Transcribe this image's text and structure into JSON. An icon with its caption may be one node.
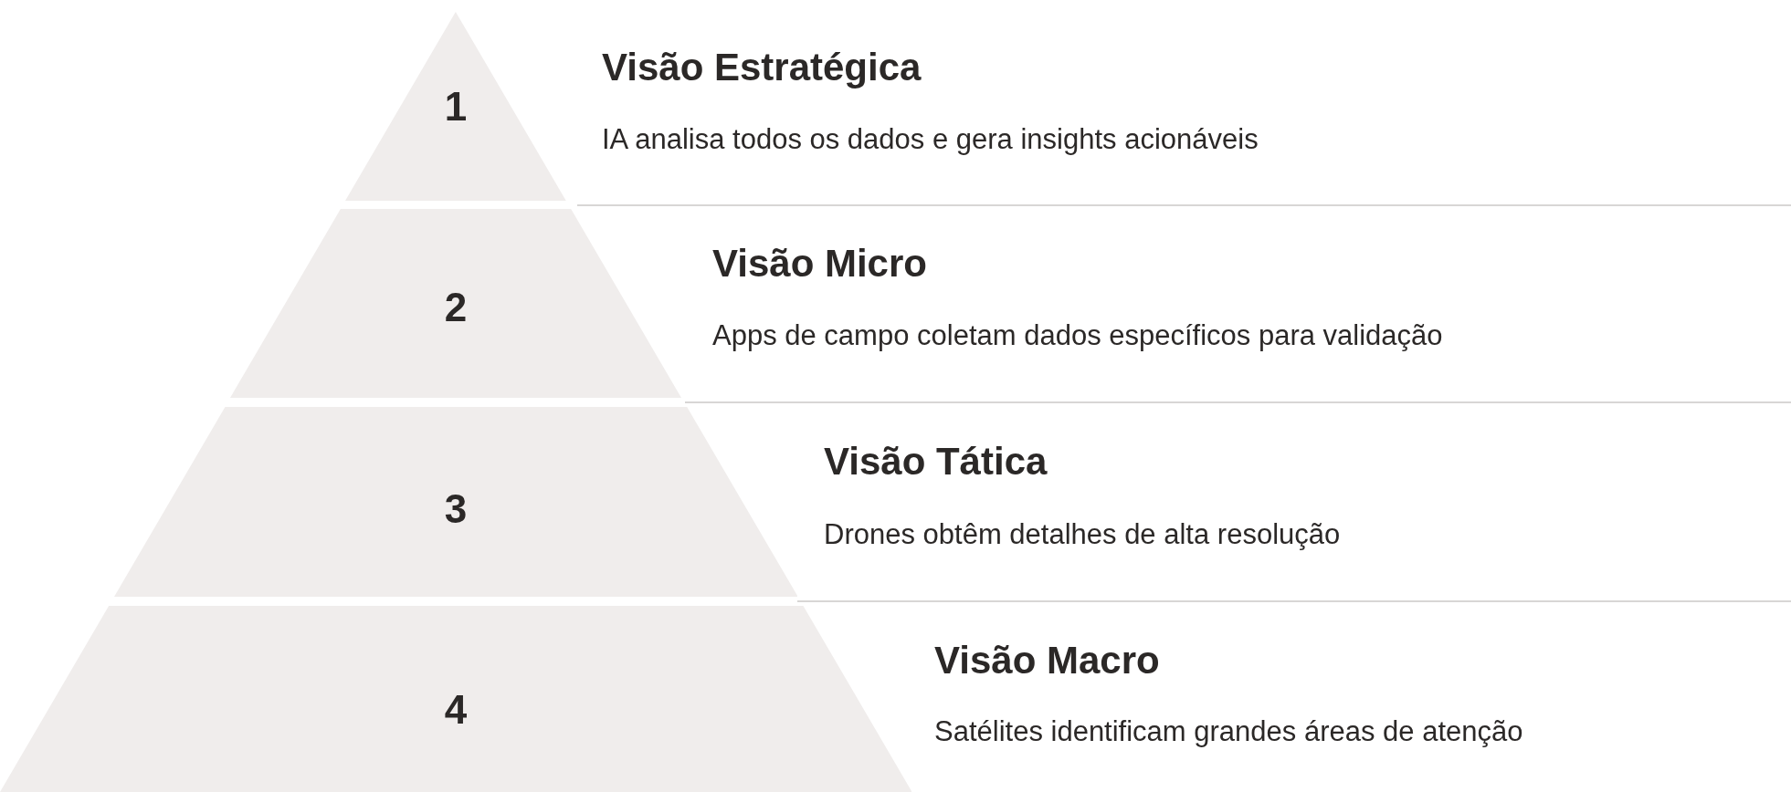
{
  "diagram": {
    "nodes": [
      {
        "text": [
          "1"
        ],
        "beside": [
          "Visão Estratégica",
          "IA analisa todos os dados e gera insights acionáveis"
        ]
      },
      {
        "text": [
          "2"
        ],
        "beside": [
          "Visão Micro",
          "Apps de campo coletam dados específicos para validação"
        ]
      },
      {
        "text": [
          "3"
        ],
        "beside": [
          "Visão Tática",
          "Drones obtêm detalhes de alta resolução"
        ]
      },
      {
        "text": [
          "4"
        ],
        "beside": [
          "Visão Macro",
          "Satélites identificam grandes áreas de atenção"
        ]
      }
    ]
  }
}
